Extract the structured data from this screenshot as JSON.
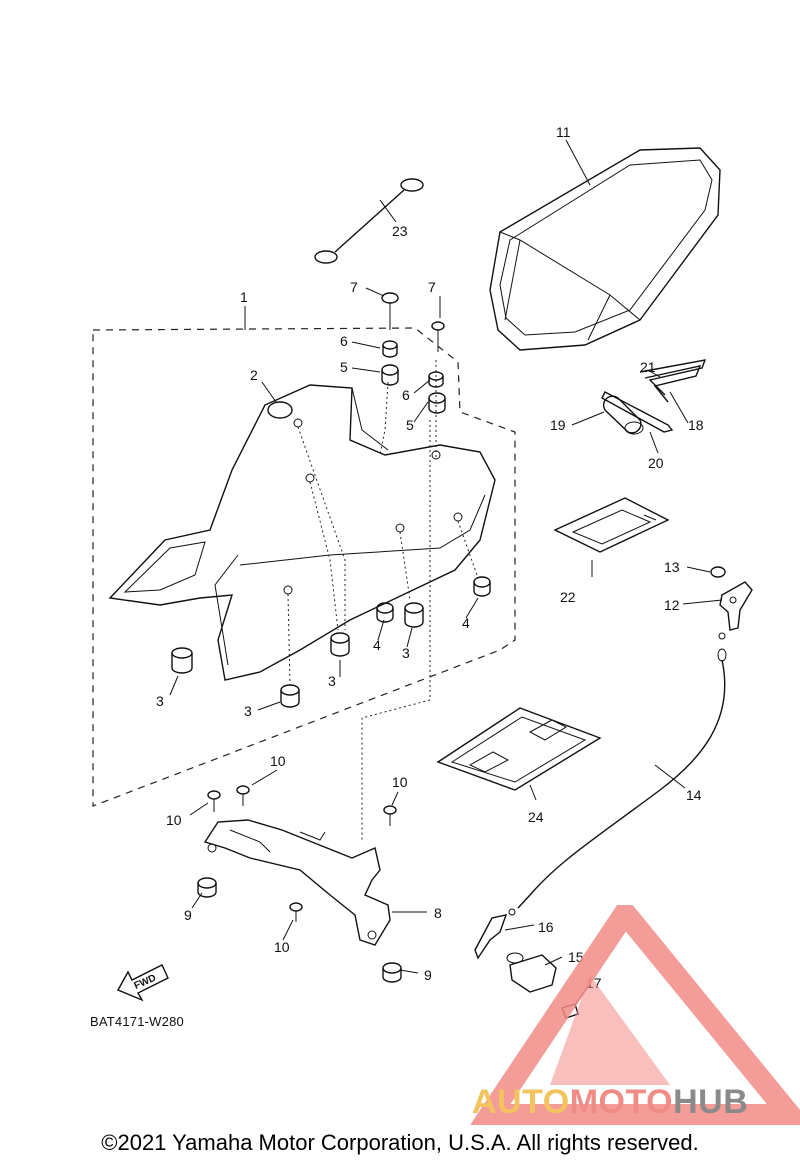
{
  "diagram": {
    "callouts": [
      "1",
      "2",
      "3",
      "4",
      "5",
      "6",
      "7",
      "8",
      "9",
      "10",
      "11",
      "12",
      "13",
      "14",
      "15",
      "16",
      "17",
      "18",
      "19",
      "20",
      "21",
      "22",
      "23",
      "24"
    ],
    "drawing_code": "BAT4171-W280",
    "fwd_label": "FWD"
  },
  "watermark": {
    "part1": "AUTO",
    "part2": "MOTO",
    "part3": "HUB",
    "colors": {
      "auto": "#f3c35e",
      "moto": "#f08c86",
      "hub": "#8a8a8a",
      "logo": "#f28b86"
    }
  },
  "footer": {
    "copyright": "©2021 Yamaha Motor Corporation, U.S.A. All rights reserved."
  }
}
